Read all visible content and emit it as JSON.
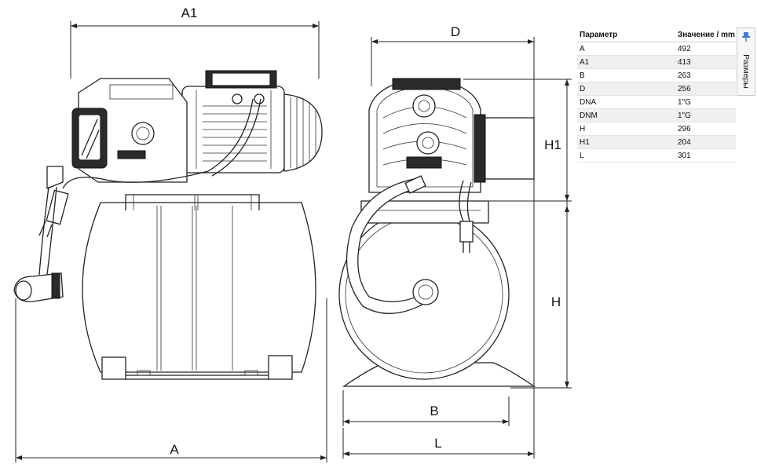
{
  "drawing": {
    "labels": {
      "a1": "A1",
      "a": "A",
      "d": "D",
      "h1": "H1",
      "h": "H",
      "b": "B",
      "l": "L"
    }
  },
  "table": {
    "headers": [
      "Параметр",
      "Значение / mm"
    ],
    "rows": [
      {
        "param": "A",
        "value": "492"
      },
      {
        "param": "A1",
        "value": "413"
      },
      {
        "param": "B",
        "value": "263"
      },
      {
        "param": "D",
        "value": "256"
      },
      {
        "param": "DNA",
        "value": "1\"G"
      },
      {
        "param": "DNM",
        "value": "1\"G"
      },
      {
        "param": "H",
        "value": "296"
      },
      {
        "param": "H1",
        "value": "204"
      },
      {
        "param": "L",
        "value": "301"
      }
    ]
  },
  "side_tab": {
    "label": "Размеры",
    "icon": "pin-icon",
    "accent": "#3d7fd6"
  }
}
